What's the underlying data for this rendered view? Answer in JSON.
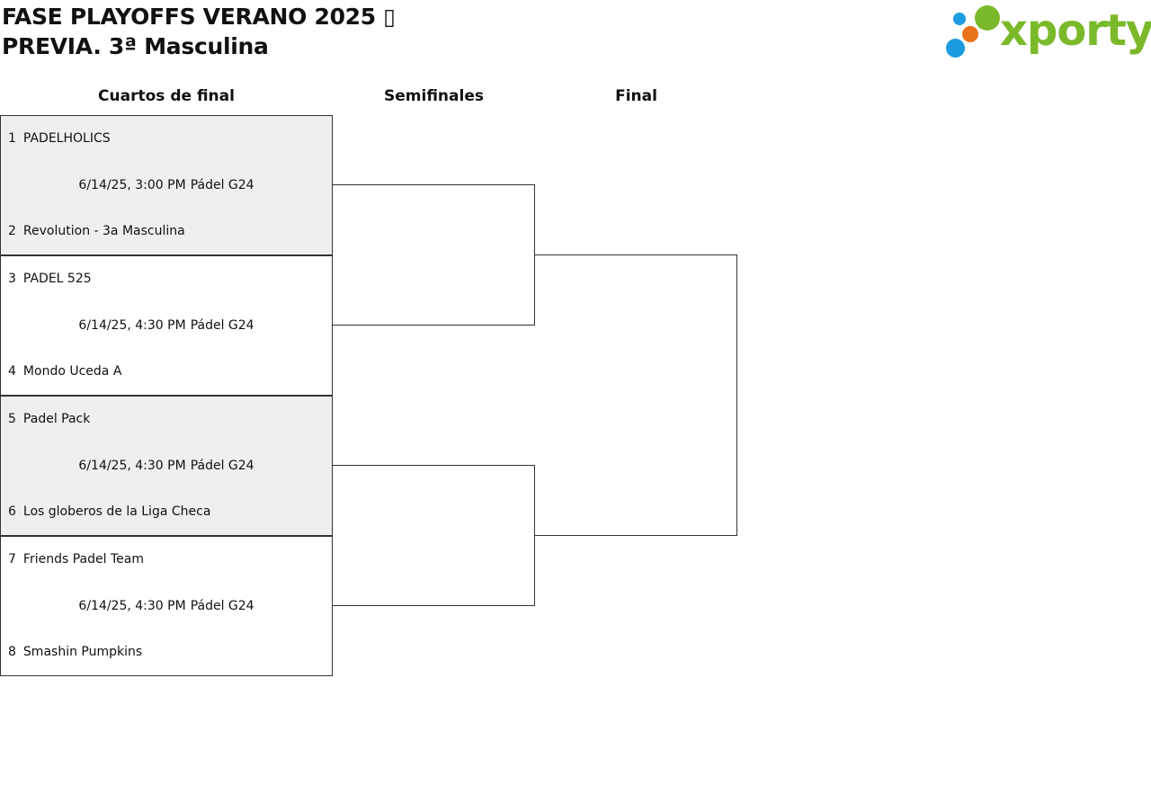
{
  "header": {
    "title_line1": "FASE PLAYOFFS VERANO 2025 ▯",
    "title_line2": "PREVIA. 3ª Masculina"
  },
  "logo": {
    "text": "xporty",
    "colors": {
      "green": "#7ab929",
      "blue": "#1b9be0",
      "orange": "#e8731a"
    }
  },
  "rounds": {
    "quarterfinals": "Cuartos de final",
    "semifinals": "Semifinales",
    "final": "Final"
  },
  "matches": [
    {
      "top": {
        "seed": "1",
        "name": "PADELHOLICS"
      },
      "datetime": "6/14/25, 3:00 PM",
      "venue": "Pádel G24",
      "bottom": {
        "seed": "2",
        "name": "Revolution - 3a Masculina"
      }
    },
    {
      "top": {
        "seed": "3",
        "name": "PADEL 525"
      },
      "datetime": "6/14/25, 4:30 PM",
      "venue": "Pádel G24",
      "bottom": {
        "seed": "4",
        "name": "Mondo Uceda A"
      }
    },
    {
      "top": {
        "seed": "5",
        "name": "Padel Pack"
      },
      "datetime": "6/14/25, 4:30 PM",
      "venue": "Pádel G24",
      "bottom": {
        "seed": "6",
        "name": "Los globeros de la Liga Checa"
      }
    },
    {
      "top": {
        "seed": "7",
        "name": "Friends Padel Team"
      },
      "datetime": "6/14/25, 4:30 PM",
      "venue": "Pádel G24",
      "bottom": {
        "seed": "8",
        "name": "Smashin Pumpkins"
      }
    }
  ]
}
